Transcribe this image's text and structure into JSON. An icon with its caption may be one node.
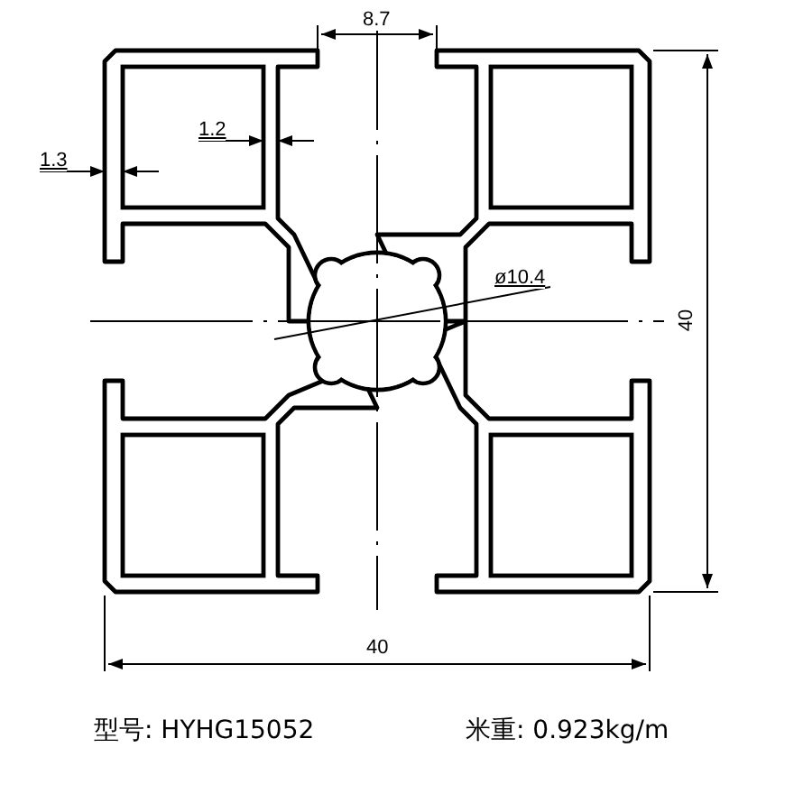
{
  "diagram": {
    "labels": [
      "8.7",
      "1.2",
      "1.3",
      "ø10.4",
      "40",
      "40",
      "型号: HYHG15052",
      "米重: 0.923kg/m"
    ]
  }
}
